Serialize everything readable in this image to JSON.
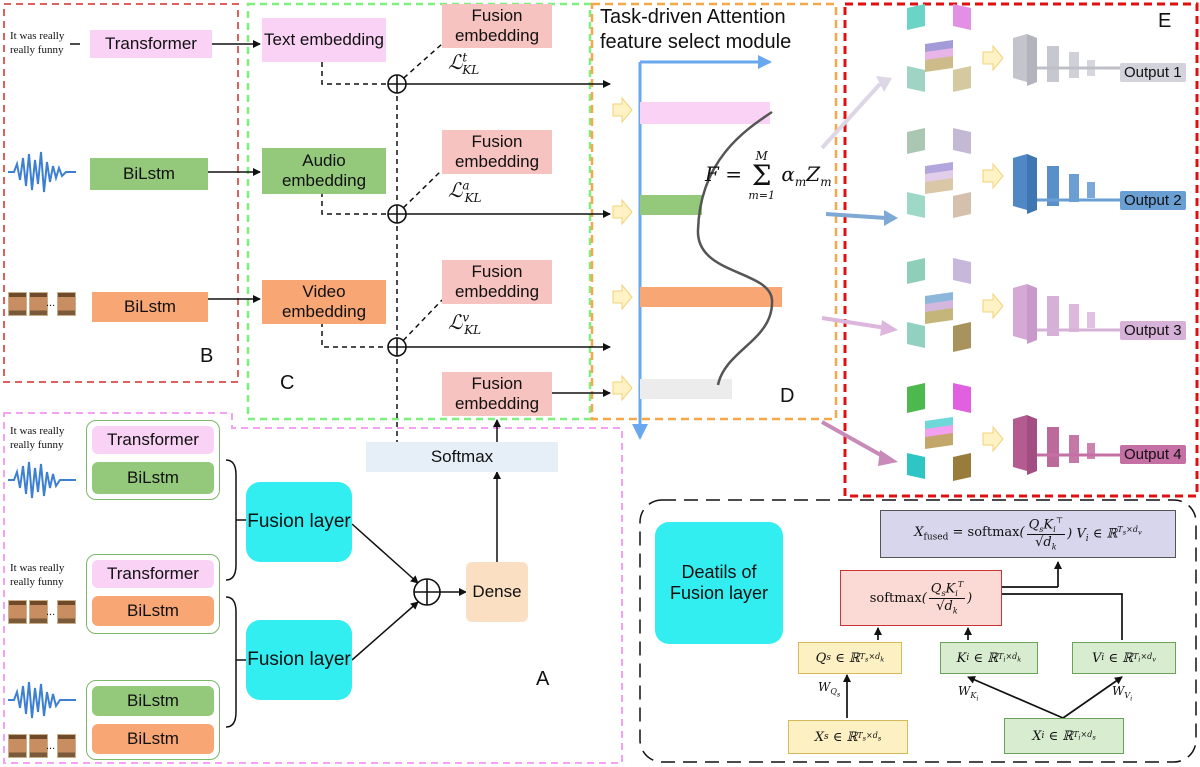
{
  "sections": {
    "A": "A",
    "B": "B",
    "C": "C",
    "D": "D",
    "E": "E"
  },
  "inputs": {
    "text_sample": "It was really really funny",
    "text_sample_line1": "It was really",
    "text_sample_line2": "really funny",
    "frames_ellipsis": "..."
  },
  "section_b": {
    "transformer": "Transformer",
    "bilstm_audio": "BiLstm",
    "bilstm_video": "BiLstm"
  },
  "section_c": {
    "text_embedding": "Text embedding",
    "audio_embedding": "Audio embedding",
    "video_embedding": "Video embedding",
    "fusion_embedding_1": "Fusion embedding",
    "fusion_embedding_2": "Fusion embedding",
    "fusion_embedding_3": "Fusion embedding",
    "fusion_embedding_4": "Fusion embedding",
    "loss_text": "L^t_KL",
    "loss_audio": "L^a_KL",
    "loss_video": "L^v_KL"
  },
  "section_a": {
    "transformer_1": "Transformer",
    "bilstm_1": "BiLstm",
    "transformer_2": "Transformer",
    "bilstm_2": "BiLstm",
    "bilstm_3": "BiLstm",
    "bilstm_4": "BiLstm",
    "fusion_layer_1": "Fusion layer",
    "fusion_layer_2": "Fusion layer",
    "dense": "Dense",
    "softmax": "Softmax"
  },
  "section_d": {
    "title_line1": "Task-driven Attention",
    "title_line2": "feature select module",
    "formula": "F = Σ_{m=1}^{M} α_m Z_m"
  },
  "section_e": {
    "outputs": [
      "Output 1",
      "Output 2",
      "Output 3",
      "Output 4"
    ],
    "output_colors": [
      "#d3d3dc",
      "#6a9fd4",
      "#d7b2d8",
      "#c470a4"
    ]
  },
  "fusion_details": {
    "title": "Deatils of Fusion layer",
    "x_fused": "X_fused = softmax(Q_s K_i^T / √d_k) V_i ∈ ℝ^{T_s×d_v}",
    "softmax_expr": "softmax(Q_s K_i^T / √d_k)",
    "q_s": "Q_s ∈ ℝ^{T_s×d_k}",
    "k_i": "K_i ∈ ℝ^{T_i×d_k}",
    "v_i": "V_i ∈ ℝ^{T_i×d_v}",
    "x_s": "X_s ∈ ℝ^{T_s×d_s}",
    "x_i": "X_i ∈ ℝ^{T_i×d_s}",
    "w_q": "W_{Q_s}",
    "w_k": "W_{K_i}",
    "w_v": "W_{V_i}"
  },
  "colors": {
    "pink": "#f9d2f5",
    "green": "#94c97c",
    "orange": "#f7a674",
    "salmon": "#f7c3c0",
    "cyan": "#33eef0",
    "blue_axis": "#69a8ee",
    "red_dash": "#e06060",
    "green_dash": "#7ef07e",
    "orange_dash": "#f5a74a",
    "magenta_dash": "#f4a3f4",
    "darkred_dash": "#e01010"
  }
}
